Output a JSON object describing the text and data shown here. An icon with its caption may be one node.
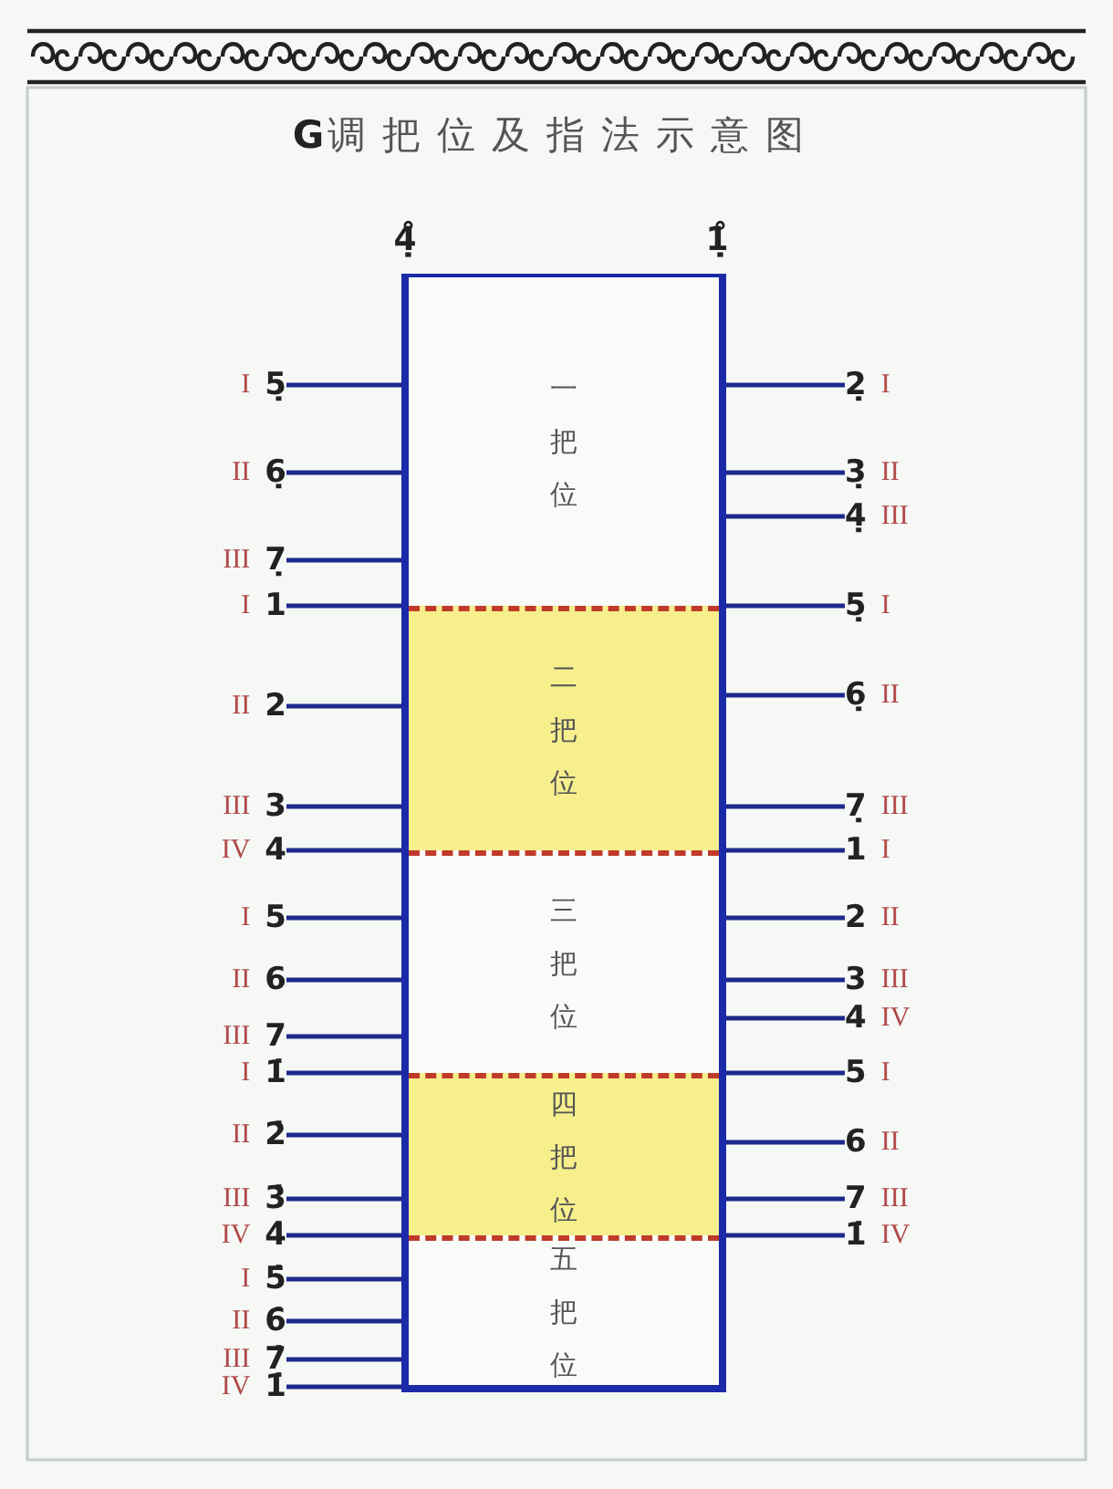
{
  "diagram": {
    "title": "**G**调把位及指法示意图",
    "nodes": [
      {
        "text": [],
        "shape": "box"
      },
      {
        "text": [
          "一把位"
        ],
        "in": 0
      },
      {
        "text": [
          "二把位"
        ],
        "in": 0
      },
      {
        "text": [
          "三把位"
        ],
        "in": 0
      },
      {
        "text": [
          "四把位"
        ],
        "in": 0
      },
      {
        "text": [
          "五把位"
        ],
        "in": 0
      },
      {
        "text": [
          "5̣"
        ],
        "beside": [
          "I"
        ]
      },
      {
        "text": [
          "6̣"
        ],
        "beside": [
          "II"
        ]
      },
      {
        "text": [
          "7̣"
        ],
        "beside": [
          "III"
        ]
      },
      {
        "text": [
          "1"
        ],
        "beside": [
          "I"
        ]
      },
      {
        "text": [
          "2"
        ],
        "beside": [
          "II"
        ]
      },
      {
        "text": [
          "3"
        ],
        "beside": [
          "III"
        ]
      },
      {
        "text": [
          "4"
        ],
        "beside": [
          "IV"
        ]
      },
      {
        "text": [
          "5"
        ],
        "beside": [
          "I"
        ]
      },
      {
        "text": [
          "6"
        ],
        "beside": [
          "II"
        ]
      },
      {
        "text": [
          "7"
        ],
        "beside": [
          "III"
        ]
      },
      {
        "text": [
          "1̇"
        ],
        "beside": [
          "I"
        ]
      },
      {
        "text": [
          "2̇"
        ],
        "beside": [
          "II"
        ]
      },
      {
        "text": [
          "3̇"
        ],
        "beside": [
          "III"
        ]
      },
      {
        "text": [
          "4̇"
        ],
        "beside": [
          "IV"
        ]
      },
      {
        "text": [
          "5̇"
        ],
        "beside": [
          "I"
        ]
      },
      {
        "text": [
          "6̇"
        ],
        "beside": [
          "II"
        ]
      },
      {
        "text": [
          "7̇"
        ],
        "beside": [
          "III"
        ]
      },
      {
        "text": [
          "1̇"
        ],
        "beside": [
          "IV"
        ]
      },
      {
        "text": [
          "2̣"
        ],
        "beside": [
          "I"
        ]
      },
      {
        "text": [
          "3̣"
        ],
        "beside": [
          "II"
        ]
      },
      {
        "text": [
          "4̣"
        ],
        "beside": [
          "III"
        ]
      },
      {
        "text": [
          "5̣"
        ],
        "beside": [
          "I"
        ]
      },
      {
        "text": [
          "6̣"
        ],
        "beside": [
          "II"
        ]
      },
      {
        "text": [
          "7̣"
        ],
        "beside": [
          "III"
        ]
      },
      {
        "text": [
          "1"
        ],
        "beside": [
          "I"
        ]
      },
      {
        "text": [
          "2"
        ],
        "beside": [
          "II"
        ]
      },
      {
        "text": [
          "3"
        ],
        "beside": [
          "III"
        ]
      },
      {
        "text": [
          "4"
        ],
        "beside": [
          "IV"
        ]
      },
      {
        "text": [
          "5"
        ],
        "beside": [
          "I"
        ]
      },
      {
        "text": [
          "6"
        ],
        "beside": [
          "II"
        ]
      },
      {
        "text": [
          "7"
        ],
        "beside": [
          "III"
        ]
      },
      {
        "text": [
          "1̇"
        ],
        "beside": [
          "IV"
        ]
      }
    ],
    "edges": [
      {
        "from": 6,
        "to": 0,
        "arrow": "none"
      },
      {
        "from": 7,
        "to": 0,
        "arrow": "none"
      },
      {
        "from": 8,
        "to": 0,
        "arrow": "none"
      },
      {
        "from": 9,
        "to": 0,
        "arrow": "none"
      },
      {
        "from": 10,
        "to": 0,
        "arrow": "none"
      },
      {
        "from": 11,
        "to": 0,
        "arrow": "none"
      },
      {
        "from": 12,
        "to": 0,
        "arrow": "none"
      },
      {
        "from": 13,
        "to": 0,
        "arrow": "none"
      },
      {
        "from": 14,
        "to": 0,
        "arrow": "none"
      },
      {
        "from": 15,
        "to": 0,
        "arrow": "none"
      },
      {
        "from": 16,
        "to": 0,
        "arrow": "none"
      },
      {
        "from": 17,
        "to": 0,
        "arrow": "none"
      },
      {
        "from": 18,
        "to": 0,
        "arrow": "none"
      },
      {
        "from": 19,
        "to": 0,
        "arrow": "none"
      },
      {
        "from": 20,
        "to": 0,
        "arrow": "none"
      },
      {
        "from": 21,
        "to": 0,
        "arrow": "none"
      },
      {
        "from": 22,
        "to": 0,
        "arrow": "none"
      },
      {
        "from": 23,
        "to": 0,
        "arrow": "none"
      },
      {
        "from": 0,
        "to": 24,
        "arrow": "none"
      },
      {
        "from": 0,
        "to": 25,
        "arrow": "none"
      },
      {
        "from": 0,
        "to": 26,
        "arrow": "none"
      },
      {
        "from": 0,
        "to": 27,
        "arrow": "none"
      },
      {
        "from": 0,
        "to": 28,
        "arrow": "none"
      },
      {
        "from": 0,
        "to": 29,
        "arrow": "none"
      },
      {
        "from": 0,
        "to": 30,
        "arrow": "none"
      },
      {
        "from": 0,
        "to": 31,
        "arrow": "none"
      },
      {
        "from": 0,
        "to": 32,
        "arrow": "none"
      },
      {
        "from": 0,
        "to": 33,
        "arrow": "none"
      },
      {
        "from": 0,
        "to": 34,
        "arrow": "none"
      },
      {
        "from": 0,
        "to": 35,
        "arrow": "none"
      },
      {
        "from": 0,
        "to": 36,
        "arrow": "none"
      },
      {
        "from": 0,
        "to": 37,
        "arrow": "none"
      }
    ],
    "labels": [
      "4̣̊",
      "1̣̊"
    ]
  }
}
